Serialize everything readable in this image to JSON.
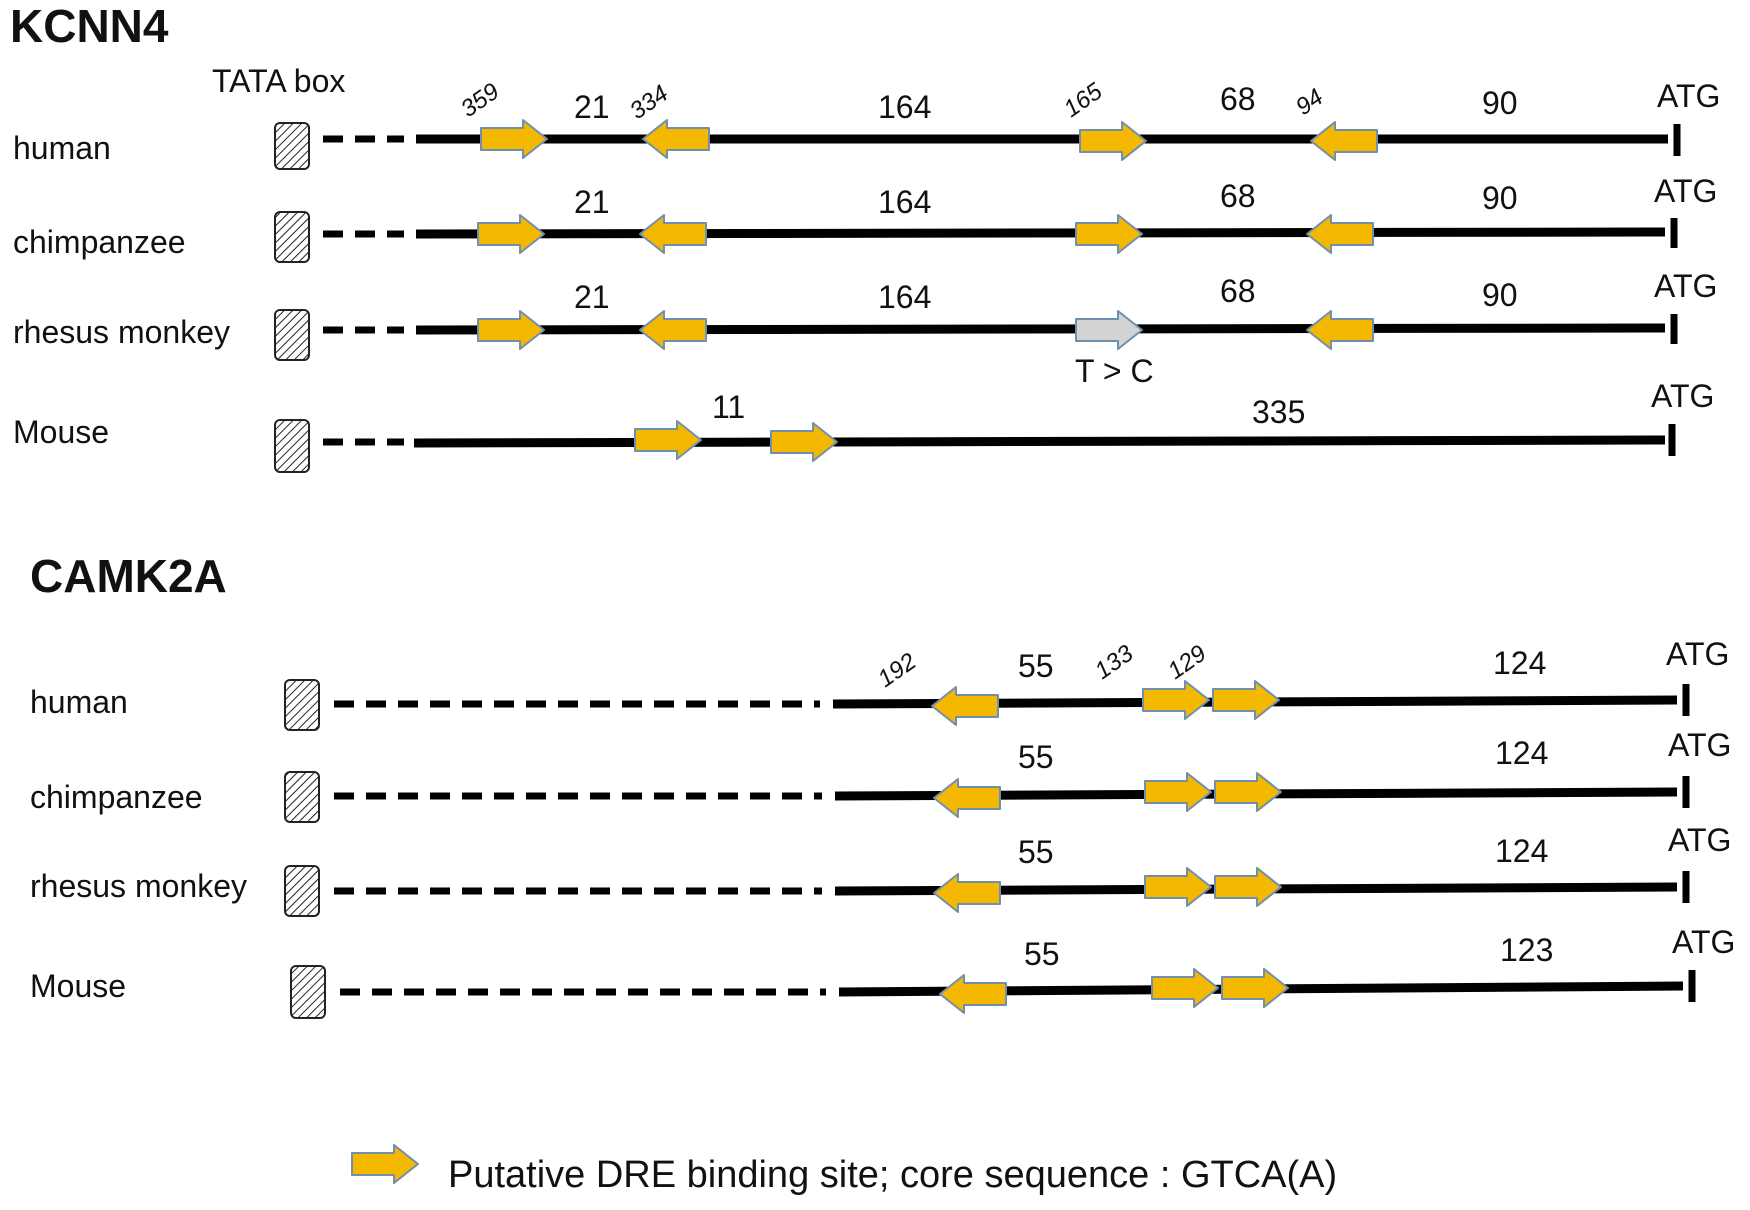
{
  "colors": {
    "dre_site": "#f5b800",
    "dre_site_outline": "#6f8fb0",
    "mutated_site": "#d3d3d3",
    "line": "#000000"
  },
  "icons": {
    "tata_box": "hatched-rectangle-icon",
    "dre_site": "arrow-icon",
    "atg": "start-codon-tick-icon"
  },
  "tata_label": "TATA box",
  "atg_label": "ATG",
  "legend": {
    "text": "Putative DRE binding site; core sequence : GTCA(A)"
  },
  "genes": [
    {
      "title": "KCNN4",
      "position_labels": [
        "359",
        "334",
        "165",
        "94"
      ],
      "species": [
        {
          "name": "human",
          "spacers": [
            "21",
            "164",
            "68",
            "90"
          ]
        },
        {
          "name": "chimpanzee",
          "spacers": [
            "21",
            "164",
            "68",
            "90"
          ]
        },
        {
          "name": "rhesus monkey",
          "spacers": [
            "21",
            "164",
            "68",
            "90"
          ],
          "mutation_label": "T > C"
        },
        {
          "name": "Mouse",
          "spacers": [
            "11",
            "335"
          ]
        }
      ]
    },
    {
      "title": "CAMK2A",
      "position_labels": [
        "192",
        "133",
        "129"
      ],
      "species": [
        {
          "name": "human",
          "spacers": [
            "55",
            "124"
          ]
        },
        {
          "name": "chimpanzee",
          "spacers": [
            "55",
            "124"
          ]
        },
        {
          "name": "rhesus monkey",
          "spacers": [
            "55",
            "124"
          ]
        },
        {
          "name": "Mouse",
          "spacers": [
            "55",
            "123"
          ]
        }
      ]
    }
  ]
}
